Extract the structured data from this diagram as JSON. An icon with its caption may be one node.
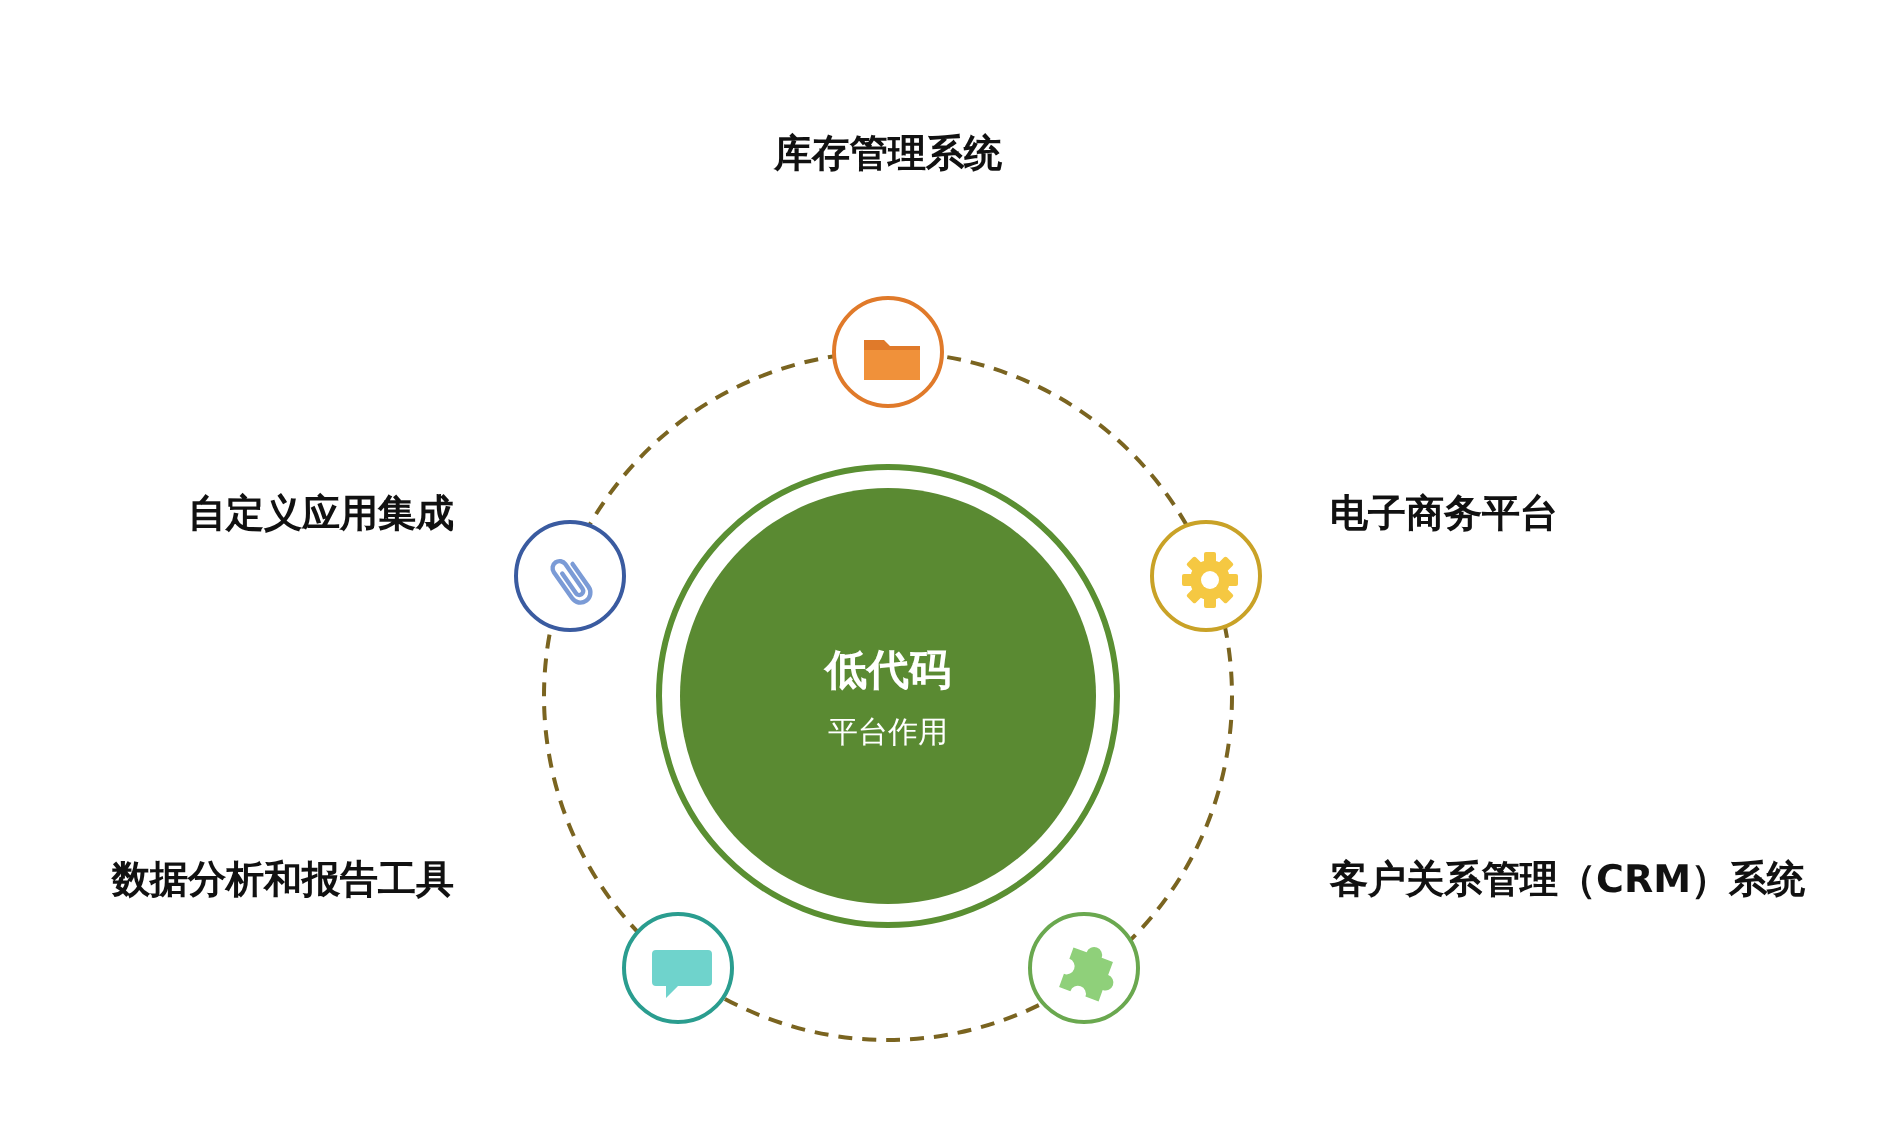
{
  "diagram": {
    "nodes": [
      {
        "text": [],
        "shape": "circle"
      },
      {
        "text": [],
        "shape": "circle"
      },
      {
        "text": [],
        "shape": "circle"
      },
      {
        "text": [
          "低代码",
          "平台作用"
        ]
      },
      {
        "text": [],
        "shape": "circle"
      },
      {
        "text": [],
        "shape": "circle"
      }
    ],
    "labels": [
      "库存管理系统",
      "自定义应用集成",
      "电子商务平台",
      "数据分析和报告工具",
      "客户关系管理（CRM）系统"
    ]
  }
}
